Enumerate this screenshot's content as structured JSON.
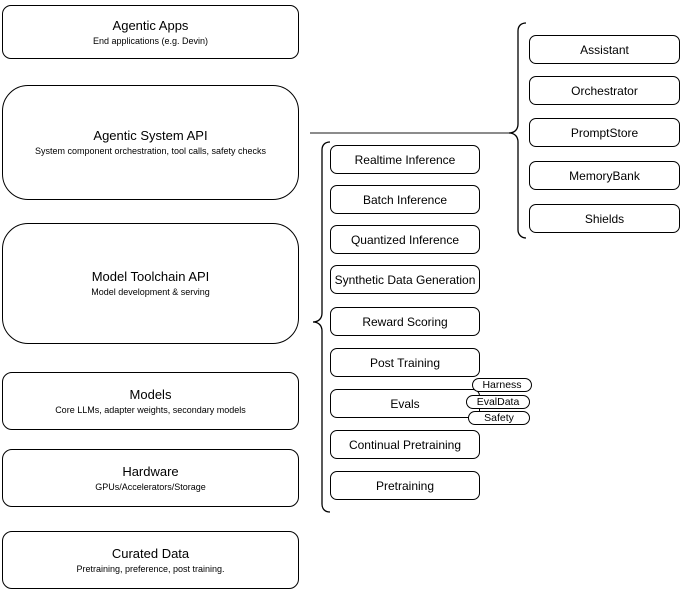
{
  "layers": [
    {
      "title": "Agentic Apps",
      "subtitle": "End applications (e.g. Devin)"
    },
    {
      "title": "Agentic System API",
      "subtitle": "System component orchestration, tool calls, safety checks"
    },
    {
      "title": "Model Toolchain API",
      "subtitle": "Model development & serving"
    },
    {
      "title": "Models",
      "subtitle": "Core LLMs, adapter weights, secondary models"
    },
    {
      "title": "Hardware",
      "subtitle": "GPUs/Accelerators/Storage"
    },
    {
      "title": "Curated Data",
      "subtitle": "Pretraining, preference, post training."
    }
  ],
  "toolchain_services": [
    "Realtime Inference",
    "Batch Inference",
    "Quantized Inference",
    "Synthetic Data Generation",
    "Reward Scoring",
    "Post Training",
    "Evals",
    "Continual Pretraining",
    "Pretraining"
  ],
  "evals_tags": [
    "Harness",
    "EvalData",
    "Safety"
  ],
  "system_components": [
    "Assistant",
    "Orchestrator",
    "PromptStore",
    "MemoryBank",
    "Shields"
  ],
  "colors": {
    "stroke": "#000000",
    "fill": "#ffffff",
    "connector": "#666666",
    "text": "#000000"
  }
}
